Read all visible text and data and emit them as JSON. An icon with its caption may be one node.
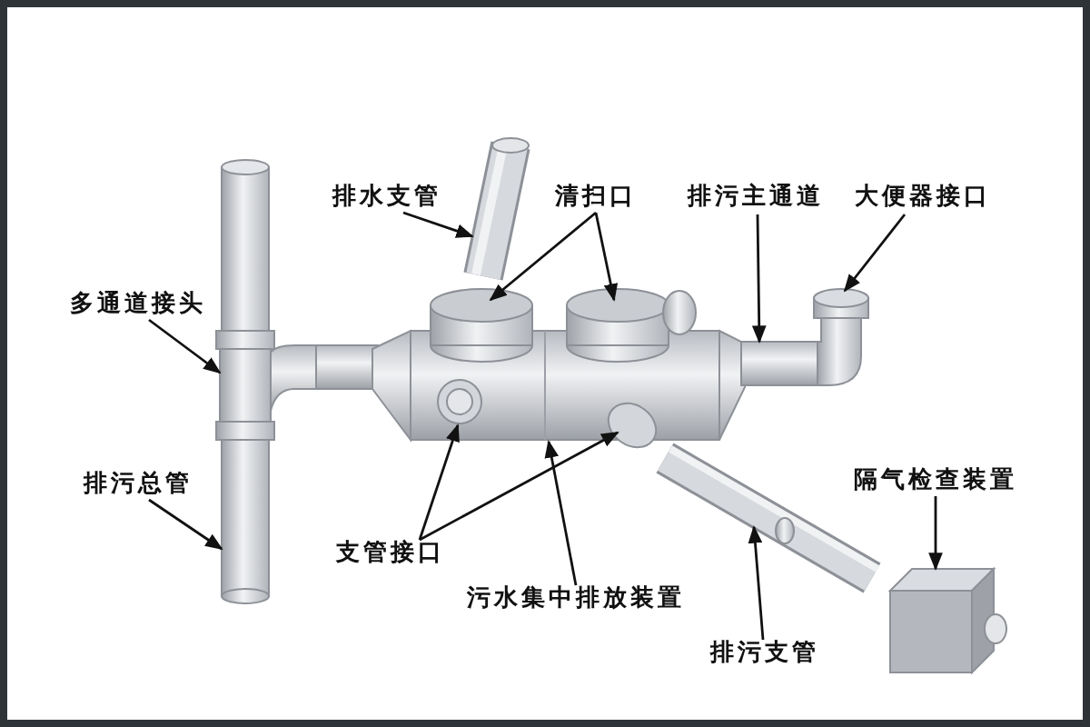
{
  "diagram": {
    "nodes": [
      {
        "text": [
          "排水支管"
        ]
      },
      {
        "text": [
          "清扫口"
        ]
      },
      {
        "text": [
          "排污主通道"
        ]
      },
      {
        "text": [
          "大便器接口"
        ]
      },
      {
        "text": [
          "多通道接头"
        ]
      },
      {
        "text": [
          "排污总管"
        ]
      },
      {
        "text": [
          "隔气检查装置"
        ]
      },
      {
        "text": [
          "支管接口"
        ]
      },
      {
        "text": [
          "污水集中排放装置"
        ]
      },
      {
        "text": [
          "排污支管"
        ]
      },
      {
        "text": [],
        "shape": "cylinder"
      },
      {
        "text": [],
        "shape": "cylinder"
      },
      {
        "text": [],
        "shape": "cylinder"
      },
      {
        "text": [],
        "shape": "cylinder"
      },
      {
        "text": [],
        "shape": "cylinder"
      },
      {
        "text": [],
        "shape": "cylinder"
      },
      {
        "text": [],
        "shape": "cylinder"
      },
      {
        "text": [],
        "shape": "cylinder"
      },
      {
        "text": [],
        "shape": "circle"
      },
      {
        "text": [],
        "shape": "circle",
        "in": 17
      },
      {
        "text": [],
        "shape": "cylinder"
      },
      {
        "text": [],
        "shape": "box"
      }
    ],
    "edges": [
      {
        "from": 0,
        "to": 12,
        "arrow": "to"
      },
      {
        "from": 1,
        "to": 13,
        "arrow": "to"
      },
      {
        "from": 1,
        "to": 14,
        "arrow": "to"
      },
      {
        "from": 2,
        "to": 15,
        "arrow": "to"
      },
      {
        "from": 3,
        "to": 16,
        "arrow": "to"
      },
      {
        "from": 4,
        "to": 11,
        "arrow": "to"
      },
      {
        "from": 5,
        "to": 10,
        "arrow": "to"
      },
      {
        "from": 6,
        "to": 21,
        "arrow": "to"
      },
      {
        "from": 7,
        "to": 19,
        "arrow": "to"
      },
      {
        "from": 7,
        "to": 18,
        "arrow": "to"
      },
      {
        "from": 8,
        "to": 17,
        "arrow": "to"
      },
      {
        "from": 9,
        "to": 20,
        "arrow": "to"
      }
    ]
  }
}
